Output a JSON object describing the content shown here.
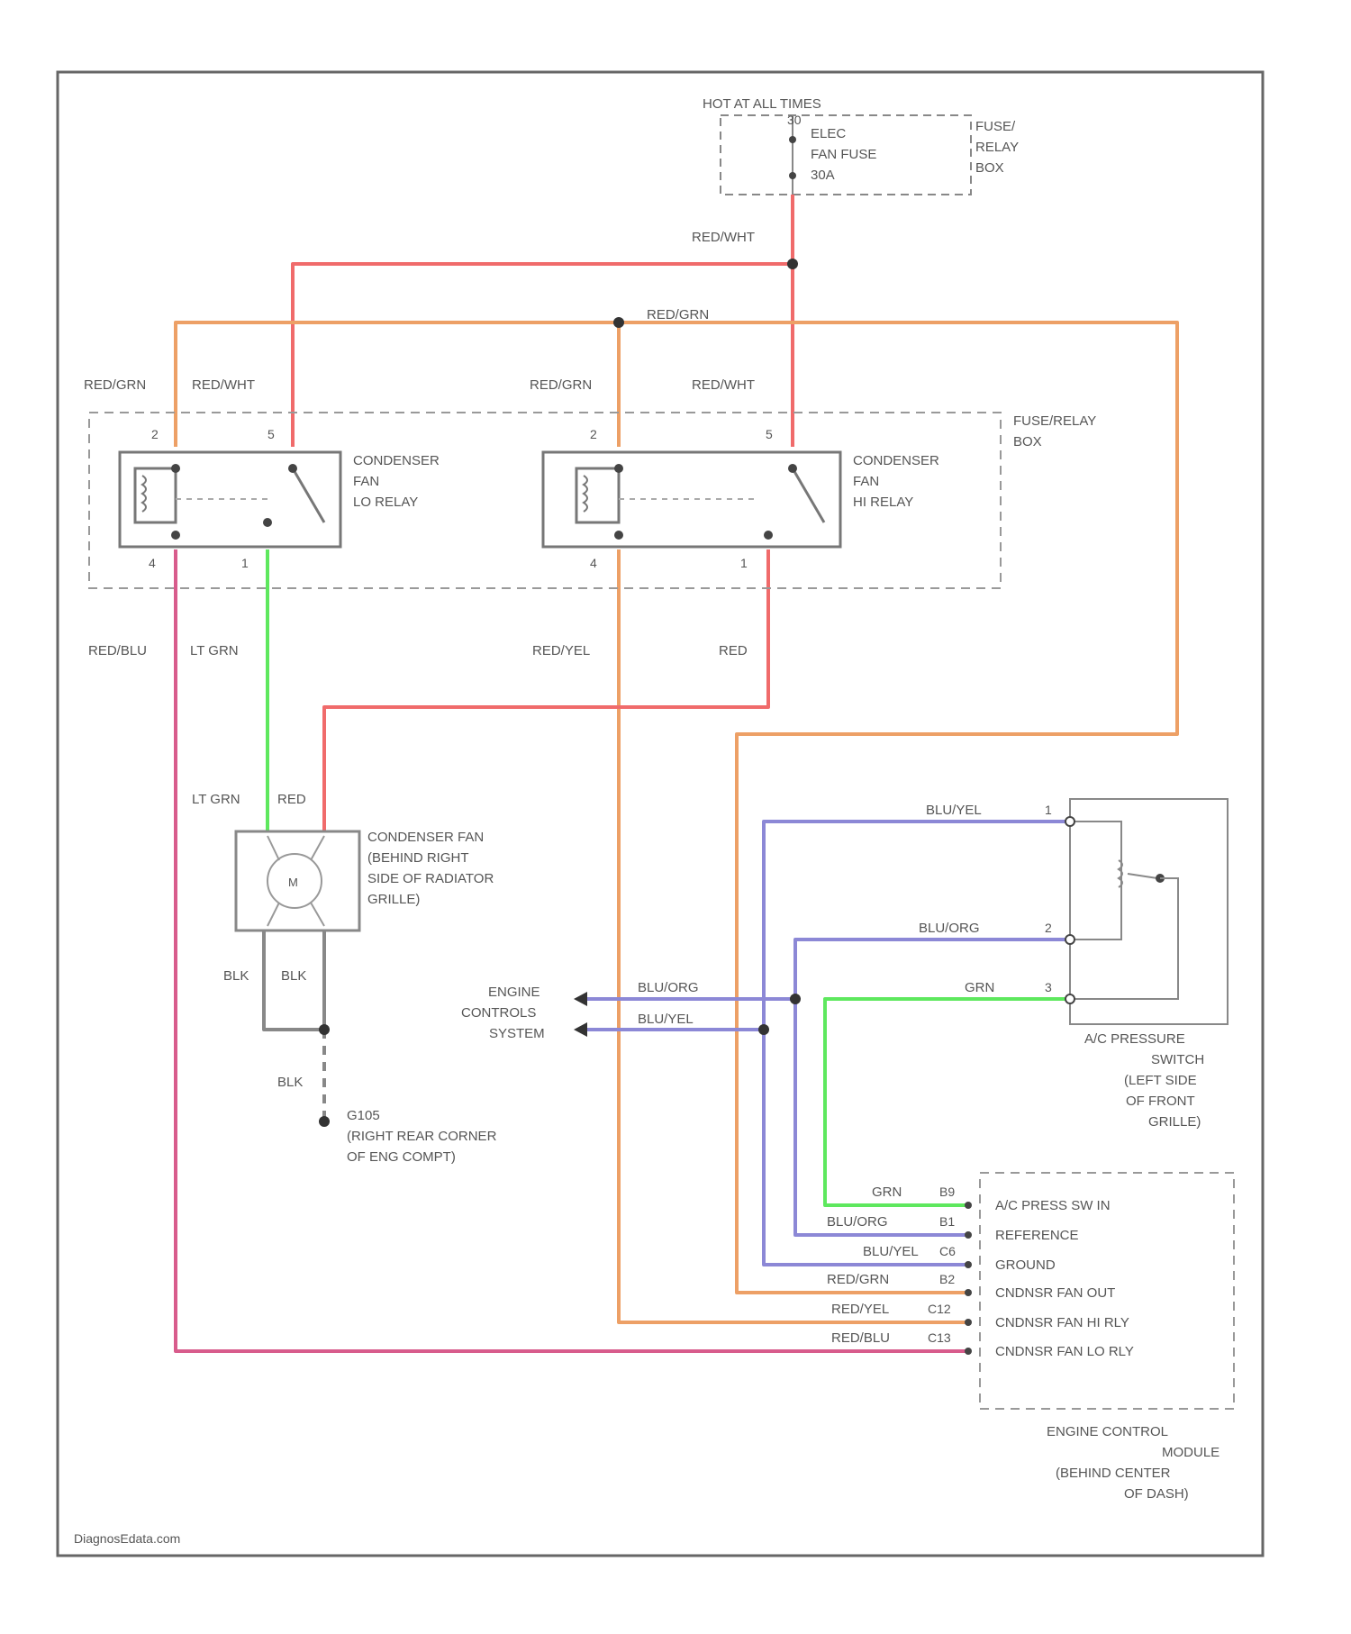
{
  "fuse_box_top": {
    "heading": "HOT AT ALL TIMES",
    "fuse_lines": [
      "ELEC",
      "FAN FUSE",
      "30A"
    ],
    "box_label": [
      "FUSE/",
      "RELAY",
      "BOX"
    ]
  },
  "relay_box": {
    "label": [
      "FUSE/RELAY",
      "BOX"
    ]
  },
  "lo_relay": {
    "label": [
      "CONDENSER",
      "FAN",
      "LO RELAY"
    ],
    "pins": [
      "2",
      "5",
      "4",
      "1"
    ]
  },
  "hi_relay": {
    "label": [
      "CONDENSER",
      "FAN",
      "HI RELAY"
    ],
    "pins": [
      "2",
      "5",
      "4",
      "1"
    ]
  },
  "condenser_fan": {
    "label": [
      "CONDENSER FAN",
      "(BEHIND RIGHT",
      "SIDE OF RADIATOR",
      "GRILLE)"
    ],
    "motor_symbol": "M"
  },
  "ground": {
    "label": [
      "G105",
      "(RIGHT REAR CORNER",
      "OF ENG COMPT)"
    ]
  },
  "engine_controls": {
    "label": [
      "ENGINE",
      "CONTROLS",
      "SYSTEM"
    ]
  },
  "pressure_switch": {
    "label": [
      "A/C PRESSURE",
      "SWITCH",
      "(LEFT SIDE",
      "OF FRONT",
      "GRILLE)"
    ],
    "pins": [
      "1",
      "2",
      "3"
    ]
  },
  "ecm": {
    "label": [
      "ENGINE CONTROL",
      "MODULE",
      "(BEHIND CENTER",
      "OF DASH)"
    ],
    "pins": [
      {
        "wire": "GRN",
        "pin": "B9",
        "func": "A/C PRESS SW IN"
      },
      {
        "wire": "BLU/ORG",
        "pin": "B1",
        "func": "REFERENCE"
      },
      {
        "wire": "BLU/YEL",
        "pin": "C6",
        "func": "GROUND"
      },
      {
        "wire": "RED/GRN",
        "pin": "B2",
        "func": "CNDNSR FAN OUT"
      },
      {
        "wire": "RED/YEL",
        "pin": "C12",
        "func": "CNDNSR FAN HI RLY"
      },
      {
        "wire": "RED/BLU",
        "pin": "C13",
        "func": "CNDNSR FAN LO RLY"
      }
    ]
  },
  "wire_labels": {
    "red_wht_top": "RED/WHT",
    "red_grn_top": "RED/GRN",
    "lo_red_grn": "RED/GRN",
    "lo_red_wht": "RED/WHT",
    "hi_red_grn": "RED/GRN",
    "hi_red_wht": "RED/WHT",
    "red_blu": "RED/BLU",
    "lt_grn": "LT GRN",
    "red_yel": "RED/YEL",
    "red": "RED",
    "fan_lt_grn": "LT GRN",
    "fan_red": "RED",
    "blk1": "BLK",
    "blk2": "BLK",
    "blk3": "BLK",
    "sw_blu_yel": "BLU/YEL",
    "sw_blu_org": "BLU/ORG",
    "sw_grn": "GRN",
    "ec_blu_org": "BLU/ORG",
    "ec_blu_yel": "BLU/YEL"
  },
  "watermark": "DiagnosEdata.com",
  "colors": {
    "red": "#f06b6b",
    "orange": "#eda066",
    "green": "#5ee85e",
    "purple": "#8c88d6",
    "pink": "#d85c8c",
    "gray": "#888888",
    "frame": "#666666"
  }
}
